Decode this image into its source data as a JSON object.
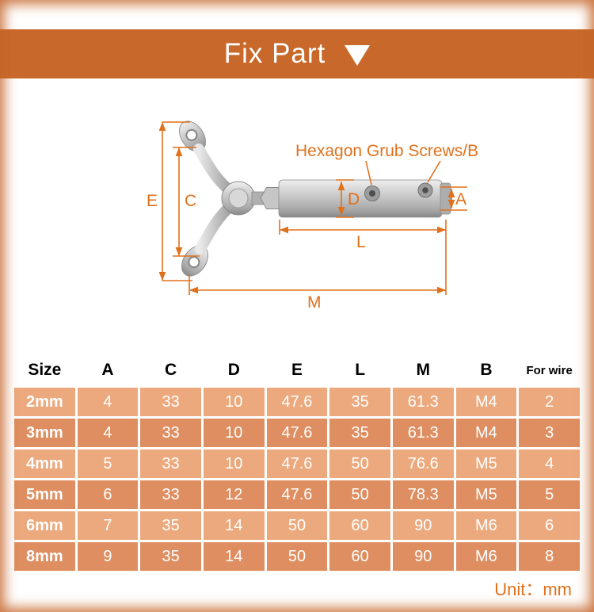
{
  "theme": {
    "accent": "#c8692b",
    "annotation": "#e0711c",
    "row_light": "#eca97d",
    "row_dark": "#de8e60",
    "header_text": "#000000",
    "cell_text": "#ffffff"
  },
  "banner": {
    "title": "Fix Part",
    "arrow_icon": "triangle-down"
  },
  "diagram": {
    "callout_label": "Hexagon Grub Screws/B",
    "dims": {
      "E": "E",
      "C": "C",
      "D": "D",
      "A": "A",
      "L": "L",
      "M": "M"
    }
  },
  "table": {
    "headers": [
      "Size",
      "A",
      "C",
      "D",
      "E",
      "L",
      "M",
      "B",
      "For wire"
    ],
    "rows": [
      [
        "2mm",
        "4",
        "33",
        "10",
        "47.6",
        "35",
        "61.3",
        "M4",
        "2"
      ],
      [
        "3mm",
        "4",
        "33",
        "10",
        "47.6",
        "35",
        "61.3",
        "M4",
        "3"
      ],
      [
        "4mm",
        "5",
        "33",
        "10",
        "47.6",
        "50",
        "76.6",
        "M5",
        "4"
      ],
      [
        "5mm",
        "6",
        "33",
        "12",
        "47.6",
        "50",
        "78.3",
        "M5",
        "5"
      ],
      [
        "6mm",
        "7",
        "35",
        "14",
        "50",
        "60",
        "90",
        "M6",
        "6"
      ],
      [
        "8mm",
        "9",
        "35",
        "14",
        "50",
        "60",
        "90",
        "M6",
        "8"
      ]
    ]
  },
  "footer": {
    "unit_label": "Unit：mm"
  }
}
